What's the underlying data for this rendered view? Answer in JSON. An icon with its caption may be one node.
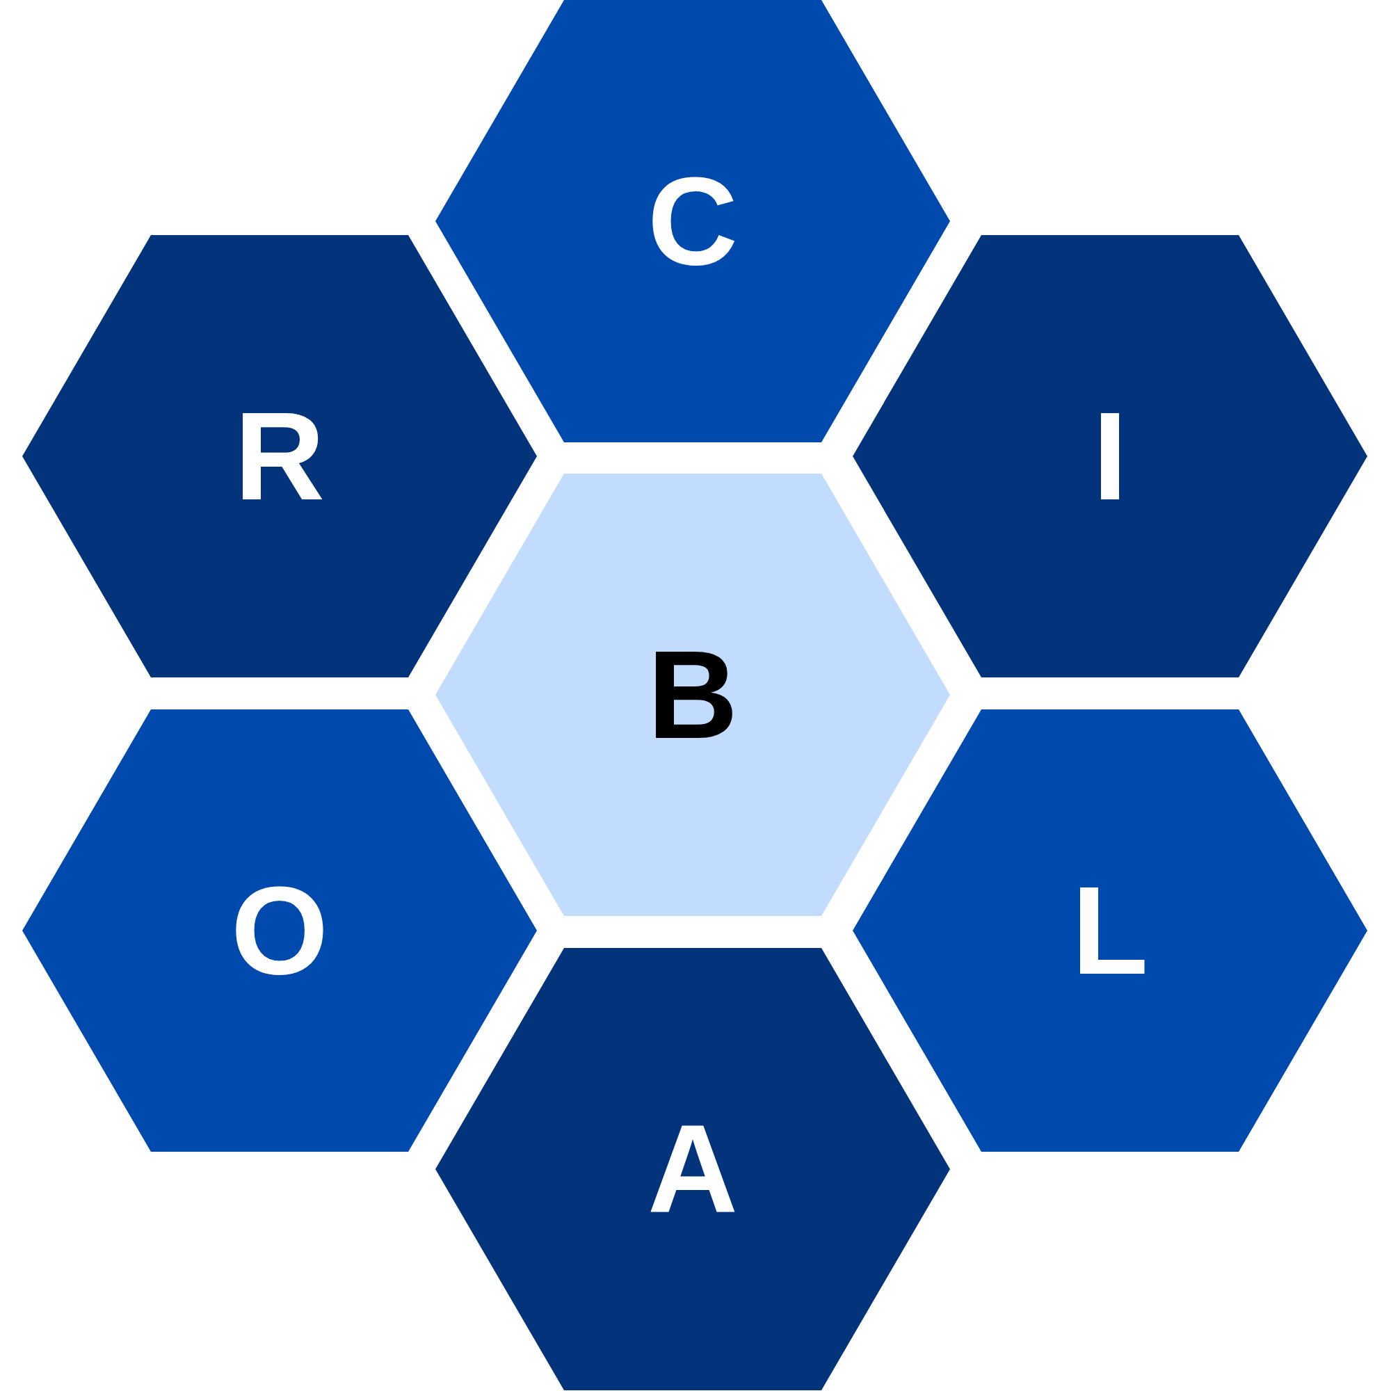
{
  "diagram": {
    "nodes": [
      {
        "text": [
          "C"
        ]
      },
      {
        "text": [
          "R"
        ]
      },
      {
        "text": [
          "I"
        ]
      },
      {
        "text": [
          "B"
        ]
      },
      {
        "text": [
          "O"
        ]
      },
      {
        "text": [
          "L"
        ]
      },
      {
        "text": [
          "A"
        ]
      }
    ]
  }
}
